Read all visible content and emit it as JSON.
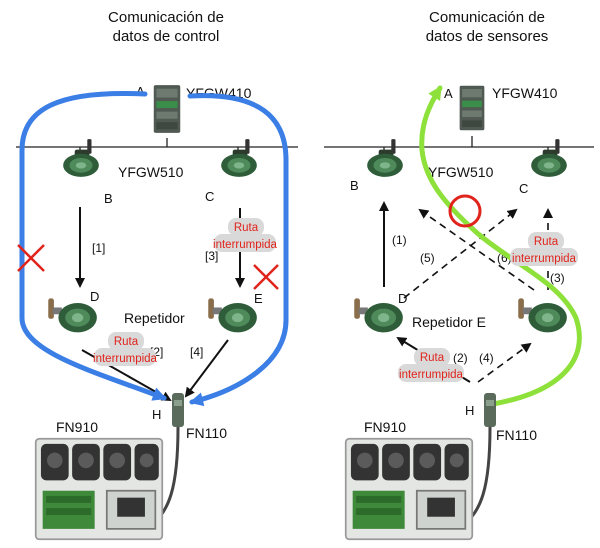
{
  "left": {
    "title_line1": "Comunicación de",
    "title_line2": "datos de control",
    "gateway": "YFGW410",
    "node_a": "A",
    "node_b": "B",
    "node_c": "C",
    "node_d": "D",
    "node_e": "E",
    "node_h": "H",
    "access_point": "YFGW510",
    "repeater": "Repetidor",
    "path_1": "[1]",
    "path_2": "[2]",
    "path_3": "[3]",
    "path_4": "[4]",
    "broken_1a": "Ruta",
    "broken_1b": "interrumpida",
    "broken_2a": "Ruta",
    "broken_2b": "interrumpida",
    "adapter": "FN110",
    "field_unit": "FN910"
  },
  "right": {
    "title_line1": "Comunicación de",
    "title_line2": "datos de sensores",
    "gateway": "YFGW410",
    "node_a": "A",
    "node_b": "B",
    "node_c": "C",
    "node_d": "D",
    "node_h": "H",
    "access_point": "YFGW510",
    "repeater": "Repetidor E",
    "path_1": "(1)",
    "path_2": "(2)",
    "path_3": "(3)",
    "path_4": "(4)",
    "path_5": "(5)",
    "path_6": "(6)",
    "broken_1a": "Ruta",
    "broken_1b": "interrumpida",
    "broken_2a": "Ruta",
    "broken_2b": "interrumpida",
    "adapter": "FN110",
    "field_unit": "FN910"
  },
  "colors": {
    "control_route": "#3a7ee6",
    "sensor_route": "#8ee03a",
    "error_mark": "#e0231b",
    "arrow": "#111111"
  }
}
